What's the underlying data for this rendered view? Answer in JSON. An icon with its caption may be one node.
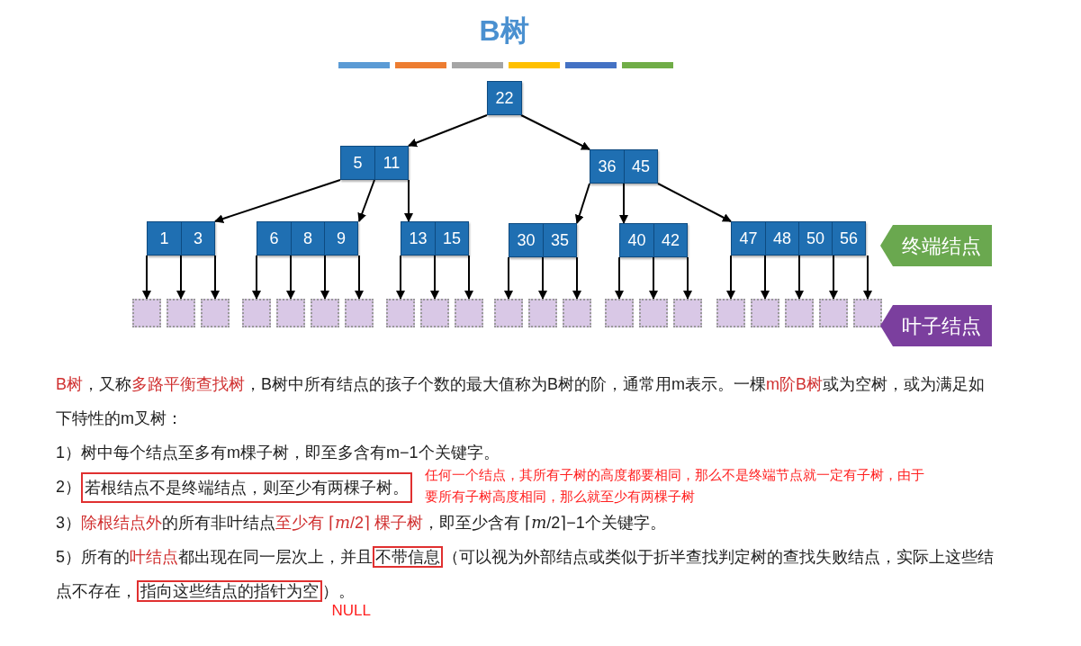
{
  "diagram": {
    "title": "B树",
    "nodes": [
      {
        "text": [
          "22"
        ]
      },
      {
        "text": [
          "5",
          "11"
        ]
      },
      {
        "text": [
          "36",
          "45"
        ]
      },
      {
        "text": [
          "1",
          "3"
        ]
      },
      {
        "text": [
          "6",
          "8",
          "9"
        ]
      },
      {
        "text": [
          "13",
          "15"
        ]
      },
      {
        "text": [
          "30",
          "35"
        ]
      },
      {
        "text": [
          "40",
          "42"
        ]
      },
      {
        "text": [
          "47",
          "48",
          "50",
          "56"
        ]
      },
      {
        "text": [],
        "shape": "box"
      },
      {
        "text": [],
        "shape": "box"
      },
      {
        "text": [],
        "shape": "box"
      },
      {
        "text": [],
        "shape": "box"
      },
      {
        "text": [],
        "shape": "box"
      },
      {
        "text": [],
        "shape": "box"
      },
      {
        "text": [],
        "shape": "box"
      },
      {
        "text": [],
        "shape": "box"
      },
      {
        "text": [],
        "shape": "box"
      },
      {
        "text": [],
        "shape": "box"
      },
      {
        "text": [],
        "shape": "box"
      },
      {
        "text": [],
        "shape": "box"
      },
      {
        "text": [],
        "shape": "box"
      },
      {
        "text": [],
        "shape": "box"
      },
      {
        "text": [],
        "shape": "box"
      },
      {
        "text": [],
        "shape": "box"
      },
      {
        "text": [],
        "shape": "box"
      },
      {
        "text": [],
        "shape": "box"
      },
      {
        "text": [],
        "shape": "box"
      },
      {
        "text": [],
        "shape": "box"
      },
      {
        "text": [],
        "shape": "box"
      },
      {
        "text": [
          "终端结点"
        ]
      },
      {
        "text": [
          "叶子结点"
        ]
      },
      {
        "text": [
          "若根结点不是终端结点，则至少有两棵子树。"
        ],
        "beside": [
          "任何一个结点，其所有子树的高度都要相同，那么不是终端节点就一定有子树，由于要所有子树高度相同，那么就至少有两棵子树"
        ]
      },
      {
        "text": [
          "不带信息"
        ]
      },
      {
        "text": [
          "指向这些结点的指针为空"
        ],
        "beside": [
          "NULL"
        ]
      }
    ],
    "edges": [
      {
        "from": 0,
        "to": 1,
        "arrow": "to"
      },
      {
        "from": 0,
        "to": 2,
        "arrow": "to"
      },
      {
        "from": 1,
        "to": 3,
        "arrow": "to"
      },
      {
        "from": 1,
        "to": 4,
        "arrow": "to"
      },
      {
        "from": 1,
        "to": 5,
        "arrow": "to"
      },
      {
        "from": 2,
        "to": 6,
        "arrow": "to"
      },
      {
        "from": 2,
        "to": 7,
        "arrow": "to"
      },
      {
        "from": 2,
        "to": 8,
        "arrow": "to"
      },
      {
        "from": 3,
        "to": 9,
        "arrow": "to"
      },
      {
        "from": 3,
        "to": 10,
        "arrow": "to"
      },
      {
        "from": 3,
        "to": 11,
        "arrow": "to"
      },
      {
        "from": 4,
        "to": 12,
        "arrow": "to"
      },
      {
        "from": 4,
        "to": 13,
        "arrow": "to"
      },
      {
        "from": 4,
        "to": 14,
        "arrow": "to"
      },
      {
        "from": 4,
        "to": 15,
        "arrow": "to"
      },
      {
        "from": 5,
        "to": 16,
        "arrow": "to"
      },
      {
        "from": 5,
        "to": 17,
        "arrow": "to"
      },
      {
        "from": 5,
        "to": 18,
        "arrow": "to"
      },
      {
        "from": 6,
        "to": 19,
        "arrow": "to"
      },
      {
        "from": 6,
        "to": 20,
        "arrow": "to"
      },
      {
        "from": 6,
        "to": 21,
        "arrow": "to"
      },
      {
        "from": 7,
        "to": 22,
        "arrow": "to"
      },
      {
        "from": 7,
        "to": 23,
        "arrow": "to"
      },
      {
        "from": 7,
        "to": 24,
        "arrow": "to"
      },
      {
        "from": 8,
        "to": 25,
        "arrow": "to"
      },
      {
        "from": 8,
        "to": 26,
        "arrow": "to"
      },
      {
        "from": 8,
        "to": 27,
        "arrow": "to"
      },
      {
        "from": 8,
        "to": 28,
        "arrow": "to"
      },
      {
        "from": 8,
        "to": 29,
        "arrow": "to"
      }
    ],
    "labels": [
      "**B树**，又称**多路平衡查找树**，B树中所有结点的孩子个数的最大值称为B树的阶，通常用m表示。一棵**m阶B树**或为空树，或为满足如下特性的m叉树：",
      "1）树中每个结点至多有m棵子树，即至多含有m−1个关键字。",
      "2）",
      "3）**除根结点外**的所有非叶结点**至少有 ⌈*m*/2⌉ 棵子树**，即至少含有 ⌈*m*/2⌉−1个关键字。",
      "5）所有的**叶结点**都出现在同一层次上，并且",
      "（可以视为外部结点或类似于折半查找判定树的查找失败结点，实际上这些结点不存在，",
      "）。"
    ]
  }
}
